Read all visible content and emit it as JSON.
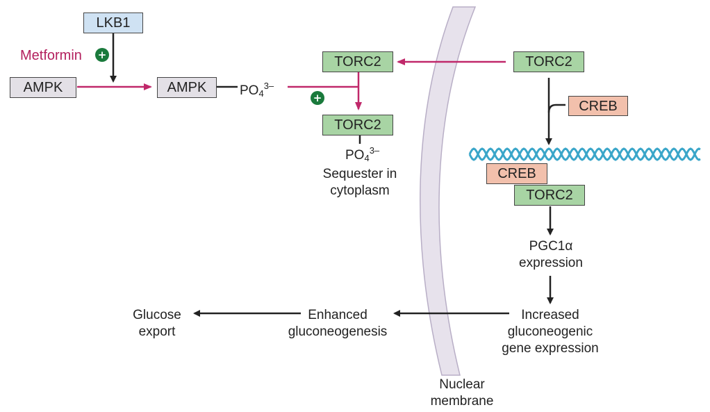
{
  "nodes": {
    "lkb1": "LKB1",
    "metformin": "Metformin",
    "ampk": "AMPK",
    "ampk_p": "AMPK",
    "torc2_cyto": "TORC2",
    "torc2_seq": "TORC2",
    "torc2_nuc": "TORC2",
    "creb_top": "CREB",
    "creb_dna": "CREB",
    "torc2_dna": "TORC2"
  },
  "phosphate": {
    "base": "PO",
    "sub": "4",
    "sup": "3–"
  },
  "activation_symbol": "+",
  "labels": {
    "sequester_line1": "Sequester in",
    "sequester_line2": "cytoplasm",
    "pgc1a_line1": "PGC1α",
    "pgc1a_line2": "expression",
    "increased_line1": "Increased",
    "increased_line2": "gluconeogenic",
    "increased_line3": "gene expression",
    "enhanced_line1": "Enhanced",
    "enhanced_line2": "gluconeogenesis",
    "glucose_line1": "Glucose",
    "glucose_line2": "export",
    "membrane_line1": "Nuclear",
    "membrane_line2": "membrane"
  },
  "colors": {
    "metformin_pathway": "#c0286a",
    "arrow": "#222222",
    "membrane_fill": "#e7e2ec",
    "membrane_stroke": "#b8aec6",
    "dna": "#3aa6c9",
    "activation": "#1a7a3c"
  }
}
